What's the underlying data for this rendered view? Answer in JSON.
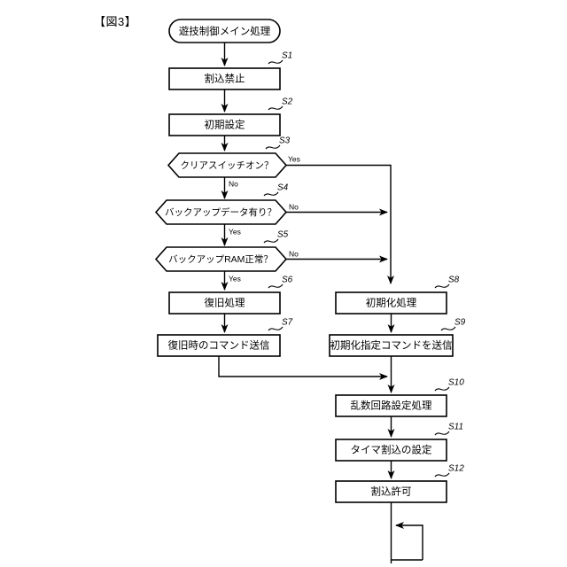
{
  "figure": {
    "label": "【図3】",
    "title": "遊技制御メイン処理"
  },
  "diagram": {
    "type": "flowchart",
    "orientation": "top-down",
    "start_node": {
      "id": "start",
      "shape": "terminator",
      "text": "遊技制御メイン処理"
    },
    "nodes": [
      {
        "id": "S1",
        "step": "S1",
        "shape": "process",
        "text": "割込禁止",
        "column": "left"
      },
      {
        "id": "S2",
        "step": "S2",
        "shape": "process",
        "text": "初期設定",
        "column": "left"
      },
      {
        "id": "S3",
        "step": "S3",
        "shape": "decision",
        "text": "クリアスイッチオン？",
        "column": "left"
      },
      {
        "id": "S4",
        "step": "S4",
        "shape": "decision",
        "text": "バックアップデータ有り？",
        "column": "left"
      },
      {
        "id": "S5",
        "step": "S5",
        "shape": "decision",
        "text": "バックアップRAM正常？",
        "column": "left"
      },
      {
        "id": "S6",
        "step": "S6",
        "shape": "process",
        "text": "復旧処理",
        "column": "left"
      },
      {
        "id": "S7",
        "step": "S7",
        "shape": "process",
        "text": "復旧時のコマンド送信",
        "column": "left"
      },
      {
        "id": "S8",
        "step": "S8",
        "shape": "process",
        "text": "初期化処理",
        "column": "right"
      },
      {
        "id": "S9",
        "step": "S9",
        "shape": "process",
        "text": "初期化指定コマンドを送信",
        "column": "right"
      },
      {
        "id": "S10",
        "step": "S10",
        "shape": "process",
        "text": "乱数回路設定処理",
        "column": "right"
      },
      {
        "id": "S11",
        "step": "S11",
        "shape": "process",
        "text": "タイマ割込の設定",
        "column": "right"
      },
      {
        "id": "S12",
        "step": "S12",
        "shape": "process",
        "text": "割込許可",
        "column": "right"
      }
    ],
    "branch_labels": {
      "s3_yes": "Yes",
      "s3_no": "No",
      "s4_no": "No",
      "s4_yes": "Yes",
      "s5_no": "No",
      "s5_yes": "Yes"
    },
    "edges": [
      {
        "from": "start",
        "to": "S1",
        "label": ""
      },
      {
        "from": "S1",
        "to": "S2",
        "label": ""
      },
      {
        "from": "S2",
        "to": "S3",
        "label": ""
      },
      {
        "from": "S3",
        "to": "S4",
        "label": "No"
      },
      {
        "from": "S3",
        "to": "S8",
        "label": "Yes"
      },
      {
        "from": "S4",
        "to": "S5",
        "label": "Yes"
      },
      {
        "from": "S4",
        "to": "S8",
        "label": "No"
      },
      {
        "from": "S5",
        "to": "S6",
        "label": "Yes"
      },
      {
        "from": "S5",
        "to": "S8",
        "label": "No"
      },
      {
        "from": "S6",
        "to": "S7",
        "label": ""
      },
      {
        "from": "S7",
        "to": "S10",
        "label": ""
      },
      {
        "from": "S8",
        "to": "S9",
        "label": ""
      },
      {
        "from": "S9",
        "to": "S10",
        "label": ""
      },
      {
        "from": "S10",
        "to": "S11",
        "label": ""
      },
      {
        "from": "S11",
        "to": "S12",
        "label": ""
      },
      {
        "from": "S12",
        "to": "S12",
        "label": "loop-back"
      }
    ],
    "colors": {
      "stroke": "#000000",
      "fill": "#ffffff",
      "background": "#ffffff"
    }
  }
}
